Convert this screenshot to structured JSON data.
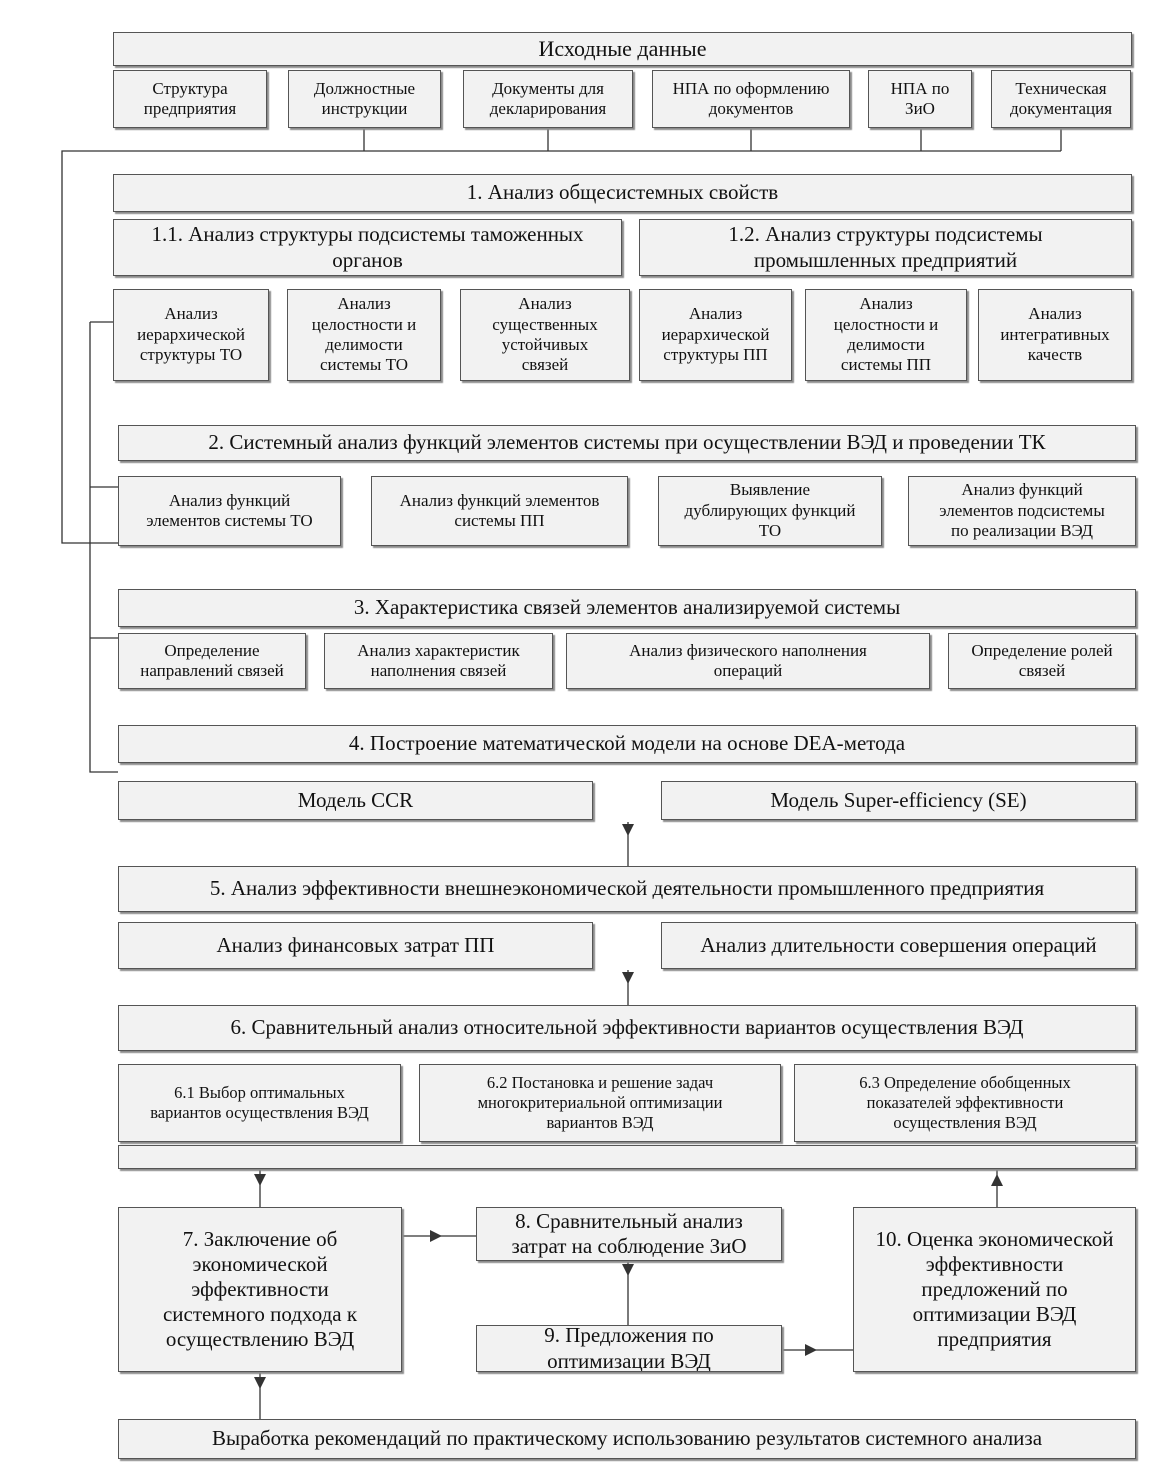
{
  "inputs": {
    "title": "Исходные данные",
    "items": [
      "Структура\nпредприятия",
      "Должностные\nинструкции",
      "Документы для\nдекларирования",
      "НПА по оформлению\nдокументов",
      "НПА по\nЗиО",
      "Техническая\nдокументация"
    ]
  },
  "stage1": {
    "title": "1. Анализ общесистемных свойств",
    "sub1": "1.1. Анализ структуры подсистемы таможенных\nорганов",
    "sub2": "1.2. Анализ структуры подсистемы\nпромышленных предприятий",
    "items": [
      "Анализ\nиерархической\nструктуры ТО",
      "Анализ\nцелостности и\nделимости\nсистемы ТО",
      "Анализ\nсущественных\nустойчивых\nсвязей",
      "Анализ\nиерархической\nструктуры ПП",
      "Анализ\nцелостности и\nделимости\nсистемы ПП",
      "Анализ\nинтегративных\nкачеств"
    ]
  },
  "stage2": {
    "title": "2. Системный анализ функций элементов системы при осуществлении ВЭД и проведении ТК",
    "items": [
      "Анализ функций\nэлементов системы ТО",
      "Анализ функций элементов\nсистемы ПП",
      "Выявление\nдублирующих функций\nТО",
      "Анализ функций\nэлементов подсистемы\nпо реализации ВЭД"
    ]
  },
  "stage3": {
    "title": "3. Характеристика связей элементов анализируемой системы",
    "items": [
      "Определение\nнаправлений связей",
      "Анализ характеристик\nнаполнения связей",
      "Анализ физического наполнения\nопераций",
      "Определение ролей\nсвязей"
    ]
  },
  "stage4": {
    "title": "4. Построение математической модели на основе DEA-метода",
    "items": [
      "Модель CCR",
      "Модель Super-efficiency (SE)"
    ]
  },
  "stage5": {
    "title": "5. Анализ эффективности внешнеэкономической деятельности промышленного предприятия",
    "items": [
      "Анализ финансовых затрат ПП",
      "Анализ длительности совершения операций"
    ]
  },
  "stage6": {
    "title": "6. Сравнительный анализ относительной эффективности вариантов осуществления ВЭД",
    "items": [
      "6.1 Выбор оптимальных\nвариантов осуществления ВЭД",
      "6.2 Постановка и решение задач\nмногокритериальной оптимизации\nвариантов ВЭД",
      "6.3 Определение обобщенных\nпоказателей эффективности\nосуществления ВЭД"
    ]
  },
  "stage7": "7. Заключение об\nэкономической\nэффективности\nсистемного подхода к\nосуществлению ВЭД",
  "stage8": "8. Сравнительный анализ\nзатрат на соблюдение ЗиО",
  "stage9": "9. Предложения по\nоптимизации ВЭД",
  "stage10": "10. Оценка экономической\nэффективности\nпредложений по\nоптимизации ВЭД\nпредприятия",
  "final": "Выработка рекомендаций по практическому использованию результатов системного анализа"
}
